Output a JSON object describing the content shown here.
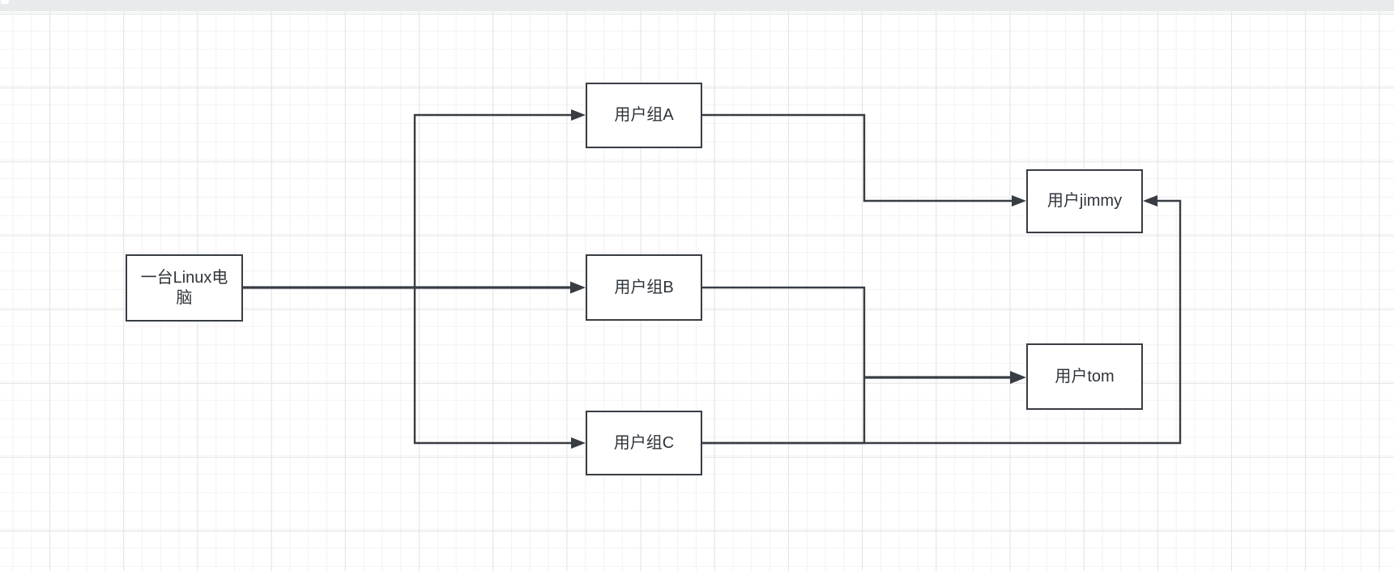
{
  "app": {
    "kind": "diagram-canvas",
    "colors": {
      "top-bar": "#e8eaec",
      "canvas": "#ffffff",
      "grid-minor": "#f2f2f3",
      "grid-major": "#e3e4e6",
      "stroke": "#383d44",
      "node-fill": "#ffffff",
      "text": "#2f343a"
    }
  },
  "diagram": {
    "nodes": {
      "linux": {
        "label": "一台Linux电脑"
      },
      "group_a": {
        "label": "用户组A"
      },
      "group_b": {
        "label": "用户组B"
      },
      "group_c": {
        "label": "用户组C"
      },
      "jimmy": {
        "label": "用户jimmy"
      },
      "tom": {
        "label": "用户tom"
      }
    },
    "edges": [
      {
        "from": "linux",
        "to": "group_a"
      },
      {
        "from": "linux",
        "to": "group_b"
      },
      {
        "from": "linux",
        "to": "group_c"
      },
      {
        "from": "group_a",
        "to": "jimmy"
      },
      {
        "from": "group_b",
        "to": "tom"
      },
      {
        "from": "group_c",
        "to": "jimmy"
      },
      {
        "from": "group_c",
        "to": "tom"
      }
    ]
  }
}
